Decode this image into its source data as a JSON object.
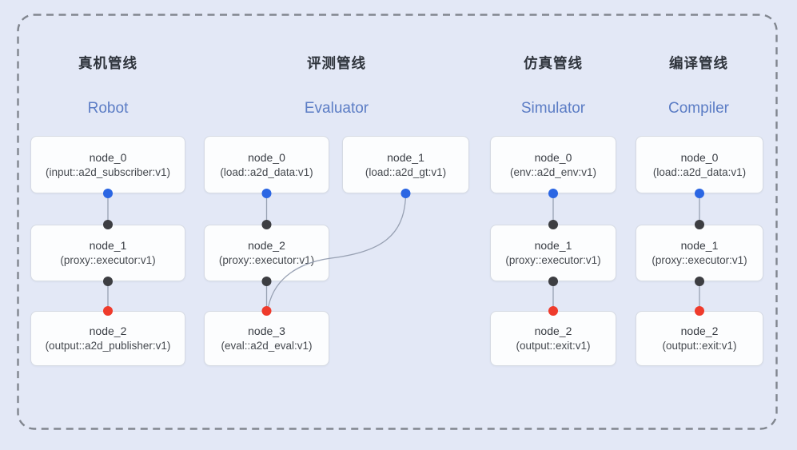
{
  "diagram": {
    "background_color": "#e3e8f6",
    "frame_border_color": "#81868f",
    "node_fill_color": "#fcfdfe",
    "connector_color": "#98a1b3",
    "port_colors": {
      "source_output": "#2b66e3",
      "executor_io": "#3d3e42",
      "sink_input": "#ef3b2c"
    }
  },
  "pipelines": [
    {
      "title_zh": "真机管线",
      "title_en": "Robot",
      "nodes": [
        {
          "name": "node_0",
          "type": "(input::a2d_subscriber:v1)"
        },
        {
          "name": "node_1",
          "type": "(proxy::executor:v1)"
        },
        {
          "name": "node_2",
          "type": "(output::a2d_publisher:v1)"
        }
      ],
      "edges": [
        "node_0 -> node_1",
        "node_1 -> node_2"
      ]
    },
    {
      "title_zh": "评测管线",
      "title_en": "Evaluator",
      "nodes": [
        {
          "name": "node_0",
          "type": "(load::a2d_data:v1)"
        },
        {
          "name": "node_1",
          "type": "(load::a2d_gt:v1)"
        },
        {
          "name": "node_2",
          "type": "(proxy::executor:v1)"
        },
        {
          "name": "node_3",
          "type": "(eval::a2d_eval:v1)"
        }
      ],
      "edges": [
        "node_0 -> node_2",
        "node_2 -> node_3",
        "node_1 -> node_3"
      ]
    },
    {
      "title_zh": "仿真管线",
      "title_en": "Simulator",
      "nodes": [
        {
          "name": "node_0",
          "type": "(env::a2d_env:v1)"
        },
        {
          "name": "node_1",
          "type": "(proxy::executor:v1)"
        },
        {
          "name": "node_2",
          "type": "(output::exit:v1)"
        }
      ],
      "edges": [
        "node_0 -> node_1",
        "node_1 -> node_2"
      ]
    },
    {
      "title_zh": "编译管线",
      "title_en": "Compiler",
      "nodes": [
        {
          "name": "node_0",
          "type": "(load::a2d_data:v1)"
        },
        {
          "name": "node_1",
          "type": "(proxy::executor:v1)"
        },
        {
          "name": "node_2",
          "type": "(output::exit:v1)"
        }
      ],
      "edges": [
        "node_0 -> node_1",
        "node_1 -> node_2"
      ]
    }
  ]
}
